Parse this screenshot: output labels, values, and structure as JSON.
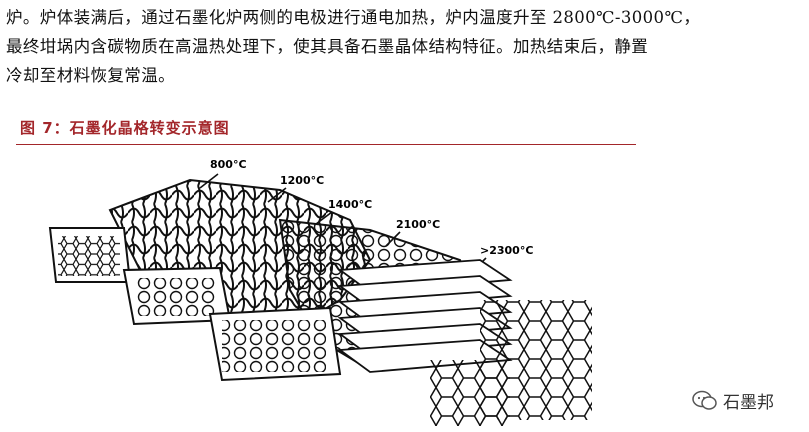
{
  "paragraph": {
    "lines": [
      "炉。炉体装满后，通过石墨化炉两侧的电极进行通电加热，炉内温度升至 2800℃-3000℃，",
      "最终坩埚内含碳物质在高温热处理下，使其具备石墨晶体结构特征。加热结束后，静置",
      "冷却至材料恢复常温。"
    ]
  },
  "figure": {
    "title": "图 7：石墨化晶格转变示意图",
    "labels": [
      "800°C",
      "1200°C",
      "1400°C",
      "2100°C",
      ">2300°C"
    ]
  },
  "watermark": {
    "text": "石墨邦",
    "icon": "wechat-icon"
  },
  "colors": {
    "accent": "#a3262a"
  }
}
